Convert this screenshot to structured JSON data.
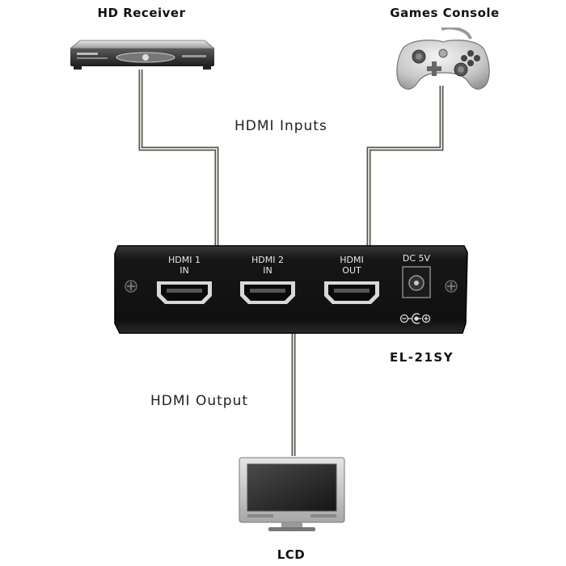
{
  "devices": {
    "hd_receiver": "HD Receiver",
    "games_console": "Games Console",
    "lcd": "LCD"
  },
  "labels": {
    "hdmi_inputs": "HDMI Inputs",
    "hdmi_output": "HDMI Output",
    "model": "EL-21SY"
  },
  "panel": {
    "port1_line1": "HDMI 1",
    "port1_line2": "IN",
    "port2_line1": "HDMI 2",
    "port2_line2": "IN",
    "port3_line1": "HDMI",
    "port3_line2": "OUT",
    "power": "DC 5V"
  }
}
